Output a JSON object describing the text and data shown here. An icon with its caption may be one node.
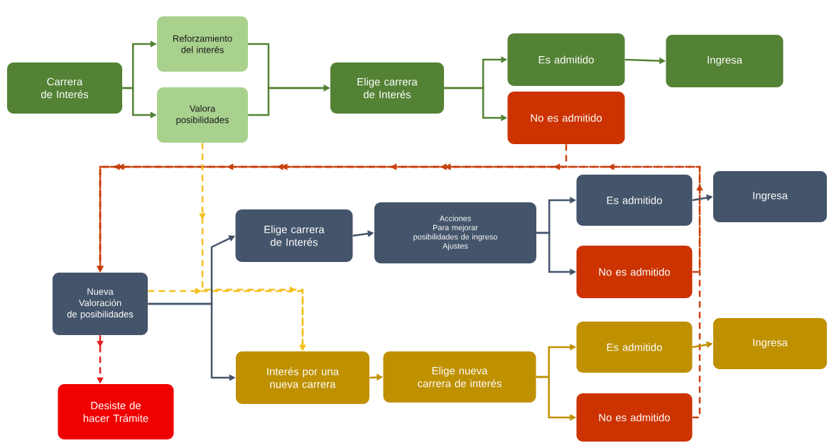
{
  "diagram": {
    "nodes": [
      {
        "text": [
          "Carrera de Interés"
        ]
      },
      {
        "text": [
          "Reforzamiento del interés"
        ]
      },
      {
        "text": [
          "Valora posibilidades"
        ]
      },
      {
        "text": [
          "Elige carrera de Interés"
        ]
      },
      {
        "text": [
          "Es admitido"
        ]
      },
      {
        "text": [
          "Ingresa"
        ]
      },
      {
        "text": [
          "No es admitido"
        ]
      },
      {
        "text": [
          "Nueva Valoración de posibilidades"
        ]
      },
      {
        "text": [
          "Elige carrera de Interés"
        ]
      },
      {
        "text": [
          "Acciones",
          "Para mejorar posibilidades de ingreso",
          "Ajustes"
        ]
      },
      {
        "text": [
          "Es admitido"
        ]
      },
      {
        "text": [
          "Ingresa"
        ]
      },
      {
        "text": [
          "No es admitido"
        ]
      },
      {
        "text": [
          "Interés por una nueva carrera"
        ]
      },
      {
        "text": [
          "Elige nueva carrera de interés"
        ]
      },
      {
        "text": [
          "Es admitido"
        ]
      },
      {
        "text": [
          "Ingresa"
        ]
      },
      {
        "text": [
          "No es admitido"
        ]
      },
      {
        "text": [
          "Desiste de hacer Trámite"
        ]
      }
    ],
    "edges": [
      {
        "from": 0,
        "to": 1,
        "arrow": "to",
        "color": "#548235"
      },
      {
        "from": 0,
        "to": 2,
        "arrow": "to",
        "color": "#548235"
      },
      {
        "from": 1,
        "to": 3,
        "arrow": "to",
        "color": "#548235"
      },
      {
        "from": 2,
        "to": 3,
        "arrow": "to",
        "color": "#548235"
      },
      {
        "from": 3,
        "to": 4,
        "arrow": "to",
        "color": "#548235"
      },
      {
        "from": 3,
        "to": 6,
        "arrow": "to",
        "color": "#548235"
      },
      {
        "from": 4,
        "to": 5,
        "arrow": "to",
        "color": "#548235"
      },
      {
        "from": 6,
        "to": 7,
        "arrow": "to",
        "style": "dashed",
        "color": "#c8400e"
      },
      {
        "from": 12,
        "to": 7,
        "arrow": "to",
        "style": "dashed",
        "color": "#c8400e"
      },
      {
        "from": 17,
        "to": 7,
        "arrow": "to",
        "style": "dashed",
        "color": "#c8400e"
      },
      {
        "from": 2,
        "to": 13,
        "arrow": "to",
        "style": "dashed",
        "color": "#f5c022"
      },
      {
        "from": 7,
        "to": 13,
        "arrow": "to",
        "style": "dashed",
        "color": "#f5c022"
      },
      {
        "from": 7,
        "to": 8,
        "arrow": "to",
        "color": "#44546a"
      },
      {
        "from": 7,
        "to": 13,
        "arrow": "to",
        "color": "#44546a"
      },
      {
        "from": 8,
        "to": 9,
        "arrow": "to",
        "color": "#44546a"
      },
      {
        "from": 9,
        "to": 10,
        "arrow": "to",
        "color": "#44546a"
      },
      {
        "from": 9,
        "to": 12,
        "arrow": "to",
        "color": "#44546a"
      },
      {
        "from": 10,
        "to": 11,
        "arrow": "to",
        "color": "#44546a"
      },
      {
        "from": 13,
        "to": 14,
        "arrow": "to",
        "color": "#bf9000"
      },
      {
        "from": 14,
        "to": 15,
        "arrow": "to",
        "color": "#bf9000"
      },
      {
        "from": 14,
        "to": 17,
        "arrow": "to",
        "color": "#bf9000"
      },
      {
        "from": 15,
        "to": 16,
        "arrow": "to",
        "color": "#bf9000"
      },
      {
        "from": 7,
        "to": 18,
        "arrow": "to",
        "style": "dashed",
        "color": "#e02020"
      }
    ]
  }
}
